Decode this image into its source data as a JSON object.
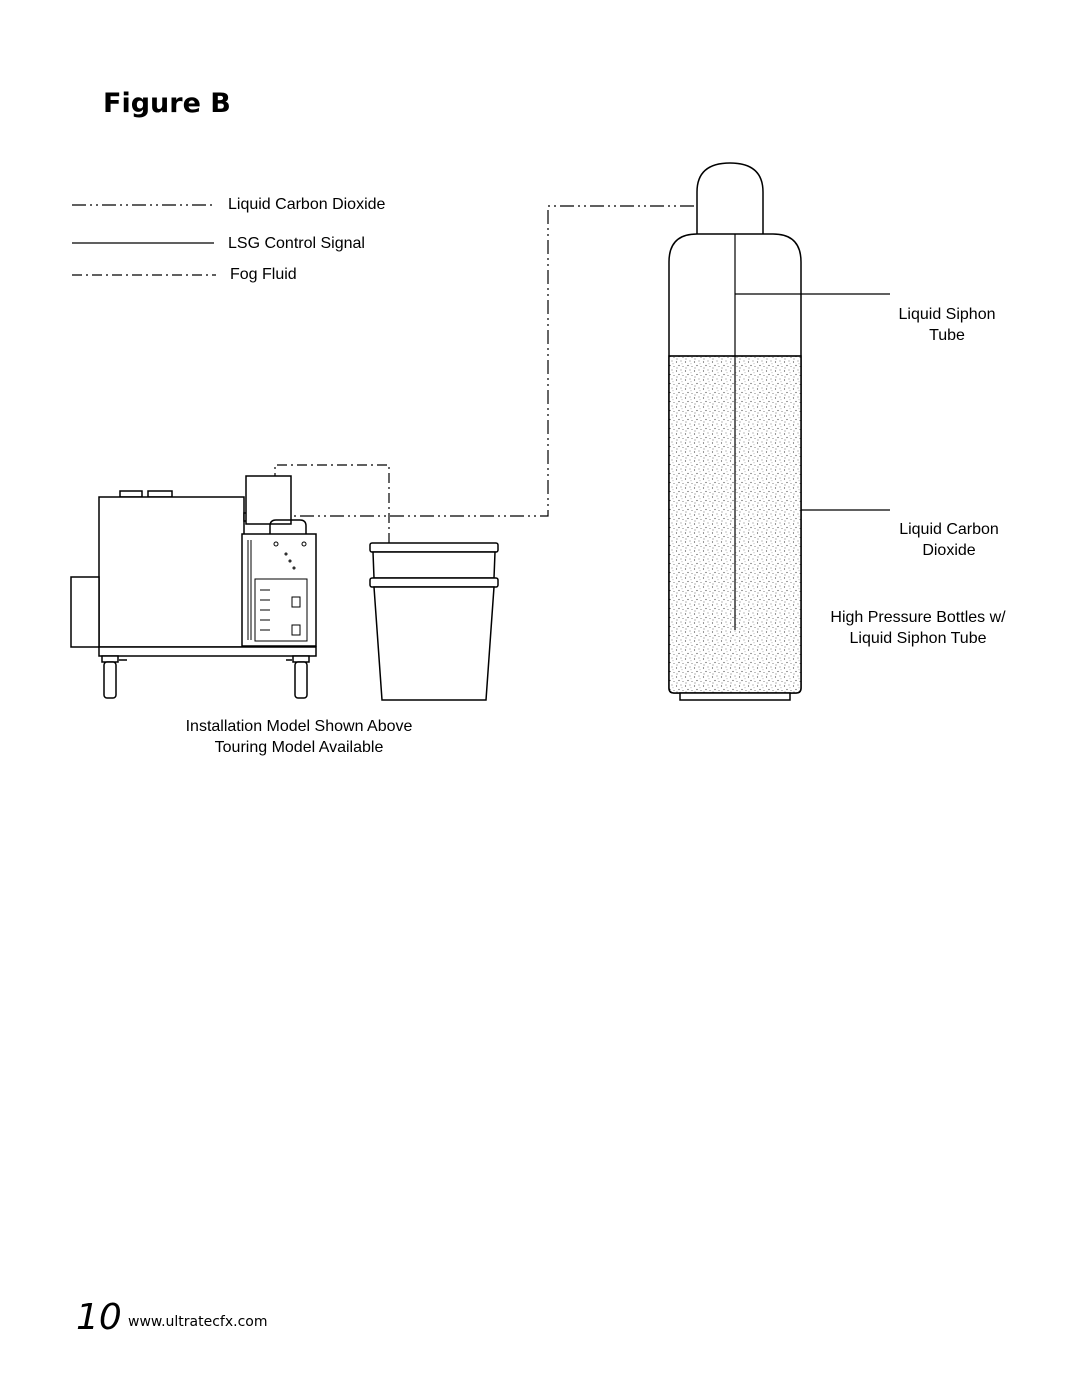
{
  "figure_title": "Figure B",
  "legend": {
    "co2": "Liquid Carbon Dioxide",
    "control": "LSG Control Signal",
    "fluid": "Fog Fluid"
  },
  "labels": {
    "siphon_line1": "Liquid Siphon",
    "siphon_line2": "Tube",
    "co2_line1": "Liquid Carbon",
    "co2_line2": "Dioxide",
    "bottles_line1": "High Pressure Bottles w/",
    "bottles_line2": "Liquid Siphon Tube",
    "install_line1": "Installation Model Shown Above",
    "install_line2": "Touring Model Available"
  },
  "footer": {
    "page_number": "10",
    "url": "www.ultratecfx.com"
  }
}
